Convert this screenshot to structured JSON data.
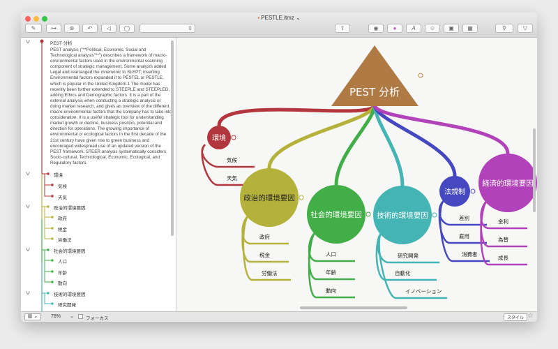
{
  "window": {
    "title": "PESTLE.itmz"
  },
  "toolbar": {
    "share": "⇪",
    "style_dropdown": ""
  },
  "outline": {
    "root": {
      "label": "PEST 分析",
      "note": "PEST analysis (\"**Political, Economic, Social and Technological analysis\"**\") describes a framework of macro-environmental factors used in the environmental scanning component of strategic management. Some analysts added Legal and rearranged the mnemonic to SLEPT; inserting Environmental factors expanded it to PESTEL or PESTLE, which is popular in the United Kingdom.1 The model has recently been further extended to STEEPLE and STEEPLED, adding Ethics and Demographic factors. It is a part of the external analysis when conducting a strategic analysis or doing market research, and gives an overview of the different macro-environmental factors that the company has to take into consideration. It is a useful strategic tool for understanding market growth or decline, business position, potential and direction for operations. The growing importance of environmental or ecological factors in the first decade of the 21st century have given rise to green business and encouraged widespread use of an updated version of the PEST framework. STEER analysis systematically considers Socio-cultural, Technological, Economic, Ecological, and Regulatory factors."
    },
    "items": [
      "環境",
      "気候",
      "天気",
      "政治的環境要因",
      "政府",
      "税金",
      "労働法",
      "社会的環境要因",
      "人口",
      "年齢",
      "動向",
      "技術的環境要因",
      "研究開発"
    ]
  },
  "map": {
    "central": "PEST 分析",
    "topics": [
      {
        "label": "環境",
        "color": "#b3353d",
        "children": [
          "気候",
          "天気"
        ]
      },
      {
        "label": "政治的環境要因",
        "color": "#b5b23b",
        "children": [
          "政府",
          "税金",
          "労働法"
        ]
      },
      {
        "label": "社会的環境要因",
        "color": "#41ae47",
        "children": [
          "人口",
          "年齢",
          "動向"
        ]
      },
      {
        "label": "技術的環境要因",
        "color": "#45b4b4",
        "children": [
          "研究開発",
          "自動化",
          "イノベーション"
        ]
      },
      {
        "label": "法規制",
        "color": "#4548c0",
        "children": [
          "差別",
          "雇用",
          "消費者"
        ]
      },
      {
        "label": "経済的環境要因",
        "color": "#b242ba",
        "children": [
          "金利",
          "為替",
          "成長"
        ]
      }
    ],
    "central_color": "#b07a45"
  },
  "statusbar": {
    "zoom": "78%",
    "focus": "フォーカス",
    "style": "スタイル"
  }
}
